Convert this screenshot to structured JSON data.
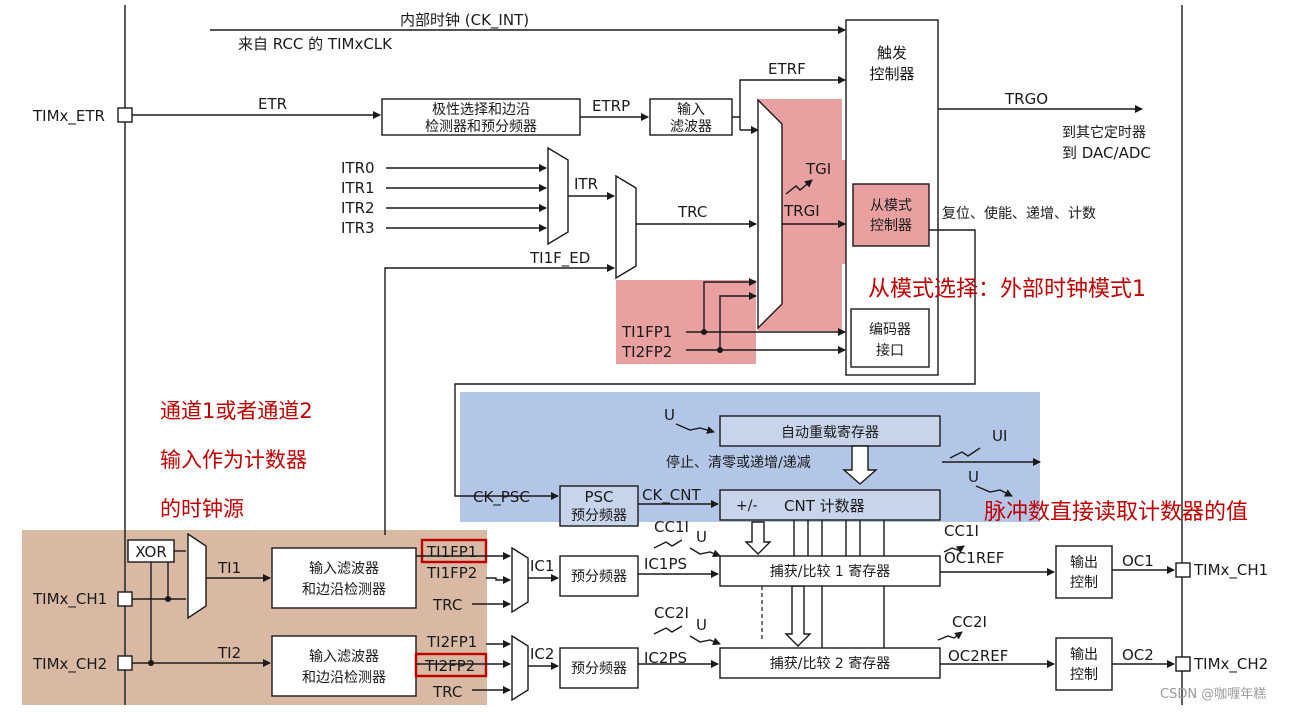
{
  "colors": {
    "highlight_red": "#e8a0a0",
    "highlight_blue": "#b4c6e7",
    "highlight_brown": "#d9b9a4",
    "annotation_red": "#c00000"
  },
  "clock": {
    "ck_int": "内部时钟 (CK_INT)",
    "timxclk": "来自 RCC 的 TIMxCLK"
  },
  "etr": {
    "pin": "TIMx_ETR",
    "etr_label": "ETR",
    "polarity_line1": "极性选择和边沿",
    "polarity_line2": "检测器和预分频器",
    "etrp": "ETRP",
    "filter_line1": "输入",
    "filter_line2": "滤波器",
    "etrf": "ETRF"
  },
  "trigger": {
    "ctrl_line1": "触发",
    "ctrl_line2": "控制器",
    "trgo": "TRGO",
    "to_timers": "到其它定时器",
    "to_dac": "到 DAC/ADC",
    "tgi": "TGI",
    "trgi": "TRGI",
    "slave_line1": "从模式",
    "slave_line2": "控制器",
    "slave_out": "复位、使能、递增、计数",
    "enc_line1": "编码器",
    "enc_line2": "接口"
  },
  "itr": {
    "inputs": [
      "ITR0",
      "ITR1",
      "ITR2",
      "ITR3"
    ],
    "itr": "ITR",
    "trc": "TRC",
    "ti1f_ed": "TI1F_ED",
    "ti1fp1": "TI1FP1",
    "ti2fp2": "TI2FP2"
  },
  "annotations": {
    "slave_mode": "从模式选择：外部时钟模式1",
    "channel_line1": "通道1或者通道2",
    "channel_line2": "输入作为计数器",
    "channel_line3": "的时钟源",
    "counter_value": "脉冲数直接读取计数器的值"
  },
  "counter": {
    "u": "U",
    "arr": "自动重载寄存器",
    "stop_text": "停止、清零或递增/递减",
    "ui": "UI",
    "u2": "U",
    "ck_psc": "CK_PSC",
    "psc_line1": "PSC",
    "psc_line2": "预分频器",
    "ck_cnt": "CK_CNT",
    "cnt_pm": "+/-",
    "cnt": "CNT 计数器"
  },
  "channels": {
    "xor": "XOR",
    "ch1_pin": "TIMx_CH1",
    "ch2_pin": "TIMx_CH2",
    "ti1": "TI1",
    "ti2": "TI2",
    "filter_line1": "输入滤波器",
    "filter_line2": "和边沿检测器",
    "ti1fp1": "TI1FP1",
    "ti1fp2": "TI1FP2",
    "ti2fp1": "TI2FP1",
    "ti2fp2": "TI2FP2",
    "trc": "TRC",
    "ic1": "IC1",
    "ic2": "IC2",
    "prescaler": "预分频器",
    "ic1ps": "IC1PS",
    "ic2ps": "IC2PS",
    "cc1i": "CC1I",
    "cc2i": "CC2I",
    "u": "U",
    "ccr1": "捕获/比较 1 寄存器",
    "ccr2": "捕获/比较 2 寄存器",
    "cc1i_out": "CC1I",
    "cc2i_out": "CC2I",
    "oc1ref": "OC1REF",
    "oc2ref": "OC2REF",
    "out_line1": "输出",
    "out_line2": "控制",
    "oc1": "OC1",
    "oc2": "OC2",
    "out_ch1": "TIMx_CH1",
    "out_ch2": "TIMx_CH2"
  },
  "watermark": "CSDN @咖喱年糕"
}
